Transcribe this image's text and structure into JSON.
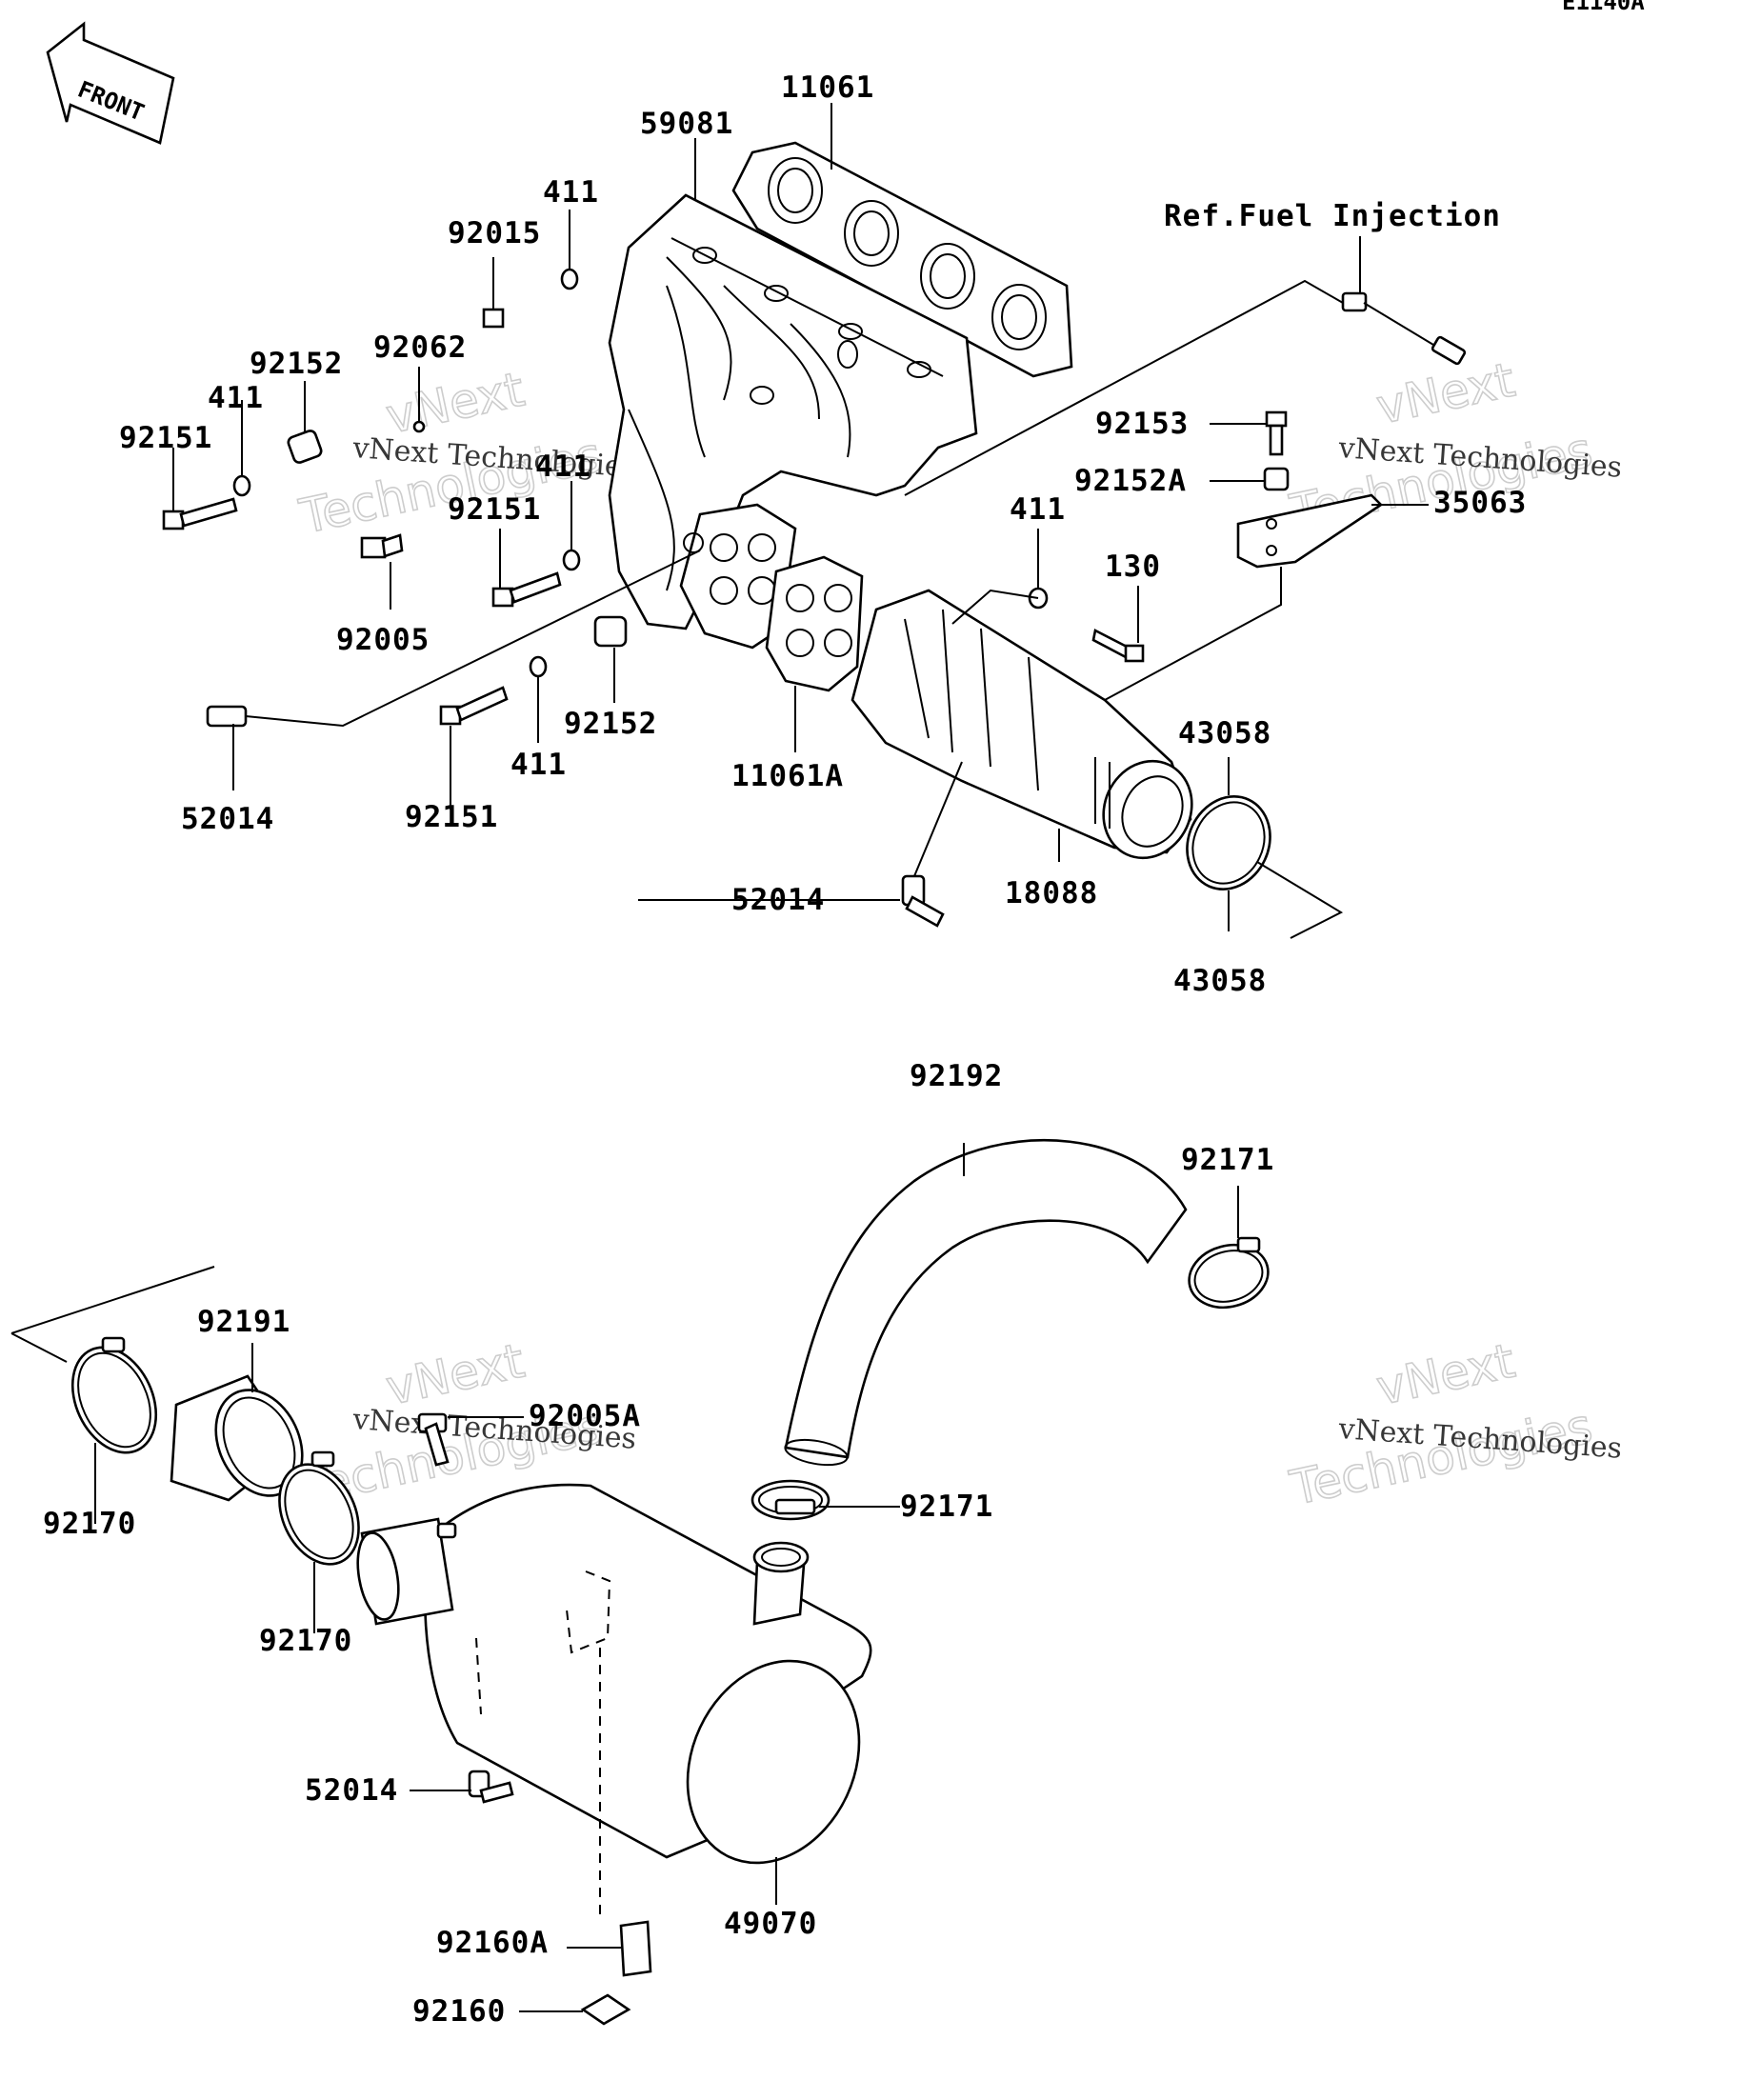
{
  "diagram_code": "E1140A",
  "front_label": "FRONT",
  "reference_note": "Ref.Fuel Injection",
  "watermark": {
    "line1": "vNext Technologies",
    "line2": "vNext",
    "line3": "Technologies"
  },
  "callouts": {
    "c11061": "11061",
    "c59081": "59081",
    "c411_top": "411",
    "c92015": "92015",
    "c92062": "92062",
    "c92152_top": "92152",
    "c411_left": "411",
    "c92151_left": "92151",
    "c411_mid": "411",
    "c92151_mid": "92151",
    "c92005": "92005",
    "c52014_left": "52014",
    "c92151_bot": "92151",
    "c411_bot": "411",
    "c92152_mid": "92152",
    "c11061A": "11061A",
    "c52014_mid": "52014",
    "c18088": "18088",
    "c43058_top": "43058",
    "c43058_bot": "43058",
    "c411_right": "411",
    "c130": "130",
    "c92153": "92153",
    "c92152A": "92152A",
    "c35063": "35063",
    "c92192": "92192",
    "c92171_top": "92171",
    "c92191": "92191",
    "c92170_left": "92170",
    "c92005A": "92005A",
    "c92170_mid": "92170",
    "c92171_bot": "92171",
    "c52014_bot": "52014",
    "c49070": "49070",
    "c92160A": "92160A",
    "c92160": "92160"
  }
}
